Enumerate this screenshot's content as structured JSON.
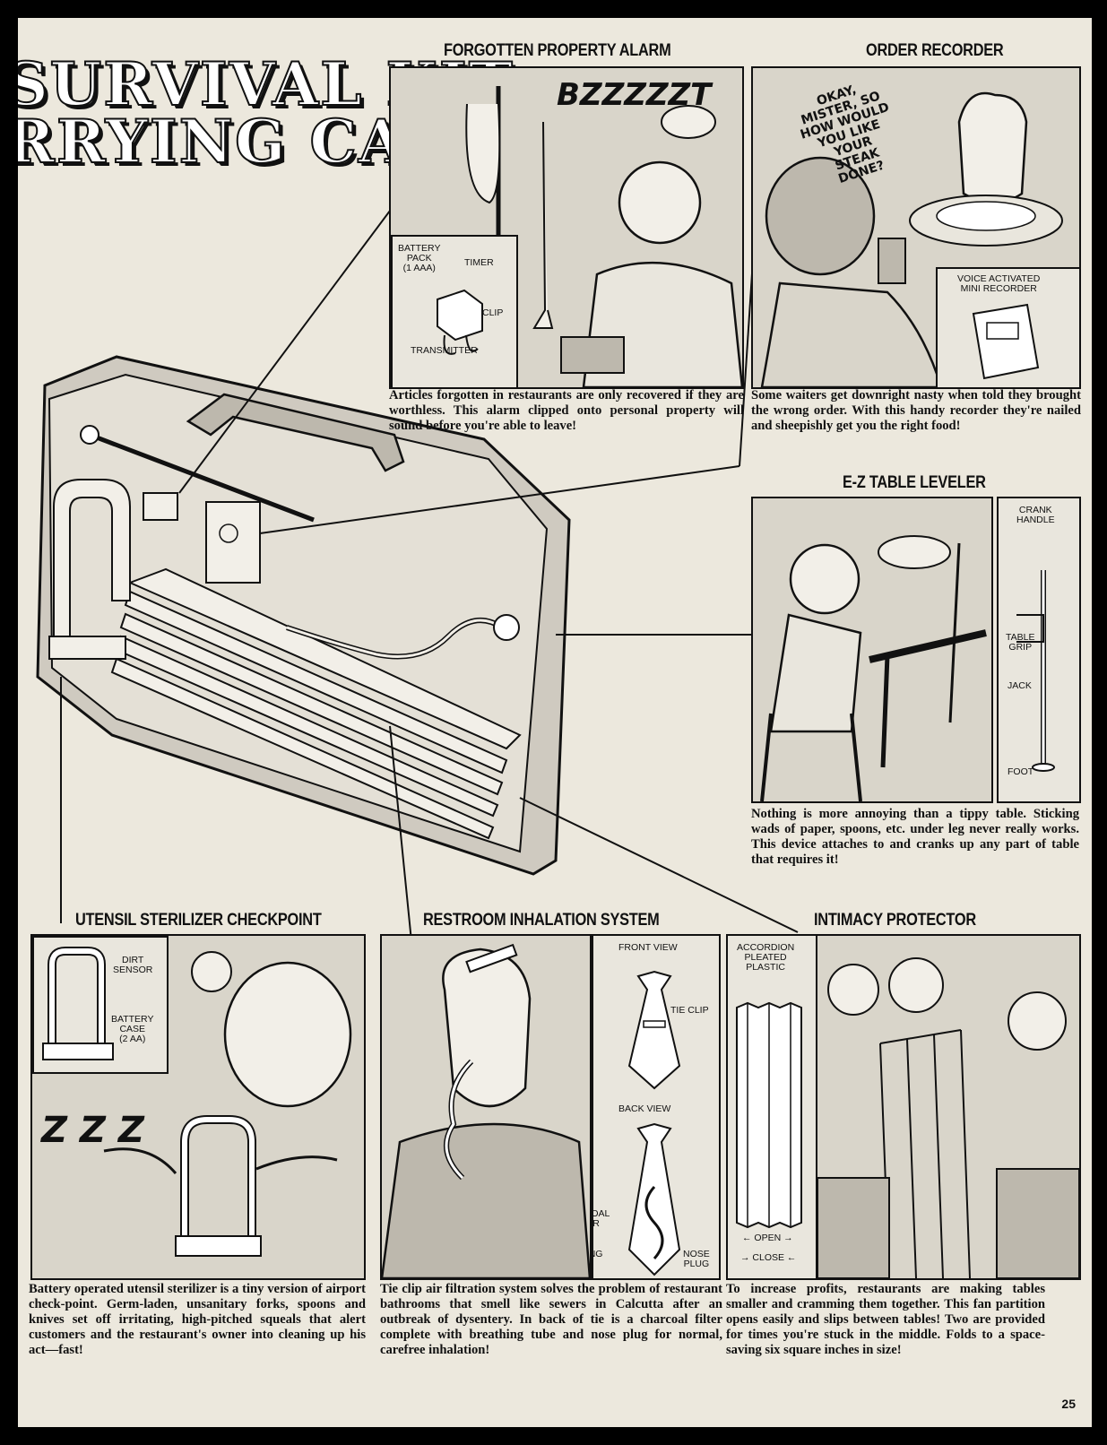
{
  "masthead": {
    "line1": "SURVIVAL KIT",
    "line2": "RRYING CASE"
  },
  "sections": {
    "alarm": {
      "title": "FORGOTTEN PROPERTY ALARM",
      "sfx": "BZZZZZT",
      "labels": {
        "battery": "BATTERY\nPACK\n(1 AAA)",
        "timer": "TIMER",
        "clip": "CLIP",
        "transmitter": "TRANSMITTER"
      },
      "caption": "Articles forgotten in restaurants are only recovered if they are worthless. This alarm clipped onto personal property will sound before you're able to leave!"
    },
    "recorder": {
      "title": "ORDER RECORDER",
      "speech": "OKAY,\nMISTER, SO\nHOW WOULD\nYOU LIKE\nYOUR\nSTEAK\nDONE?",
      "labels": {
        "device": "VOICE ACTIVATED\nMINI RECORDER"
      },
      "caption": "Some waiters get downright nasty when told they brought the wrong order. With this handy recorder they're nailed and sheepishly get you the right food!"
    },
    "leveler": {
      "title": "E-Z TABLE LEVELER",
      "labels": {
        "crank": "CRANK\nHANDLE",
        "grip": "TABLE\nGRIP",
        "jack": "JACK",
        "foot": "FOOT"
      },
      "caption": "Nothing is more annoying than a tippy table. Sticking wads of paper, spoons, etc. under leg never really works. This device attaches to and cranks up any part of table that requires it!"
    },
    "sterilizer": {
      "title": "UTENSIL STERILIZER CHECKPOINT",
      "sfx": "Z Z Z",
      "labels": {
        "dirt": "DIRT\nSENSOR",
        "battery": "BATTERY\nCASE\n(2 AA)"
      },
      "caption": "Battery operated utensil sterilizer is a tiny version of airport check-point. Germ-laden, unsanitary forks, spoons and knives set off irritating, high-pitched squeals that alert customers and the restaurant's owner into cleaning up his act—fast!"
    },
    "inhalation": {
      "title": "RESTROOM INHALATION SYSTEM",
      "labels": {
        "front": "FRONT VIEW",
        "tieclip": "TIE CLIP",
        "back": "BACK VIEW",
        "charcoal": "CHARCOAL\nFILTER",
        "breathing": "BREATHING\nTUBE",
        "nose": "NOSE\nPLUG"
      },
      "caption": "Tie clip air filtration system solves the problem of restaurant bathrooms that smell like sewers in Calcutta after an outbreak of dysentery. In back of tie is a charcoal filter complete with breathing tube and nose plug for normal, carefree inhalation!"
    },
    "intimacy": {
      "title": "INTIMACY PROTECTOR",
      "labels": {
        "plastic": "ACCORDION\nPLEATED\nPLASTIC",
        "open": "← OPEN →",
        "close": "→ CLOSE ←"
      },
      "caption": "To increase profits, restaurants are making tables smaller and cramming them together. This fan partition opens easily and slips between tables! Two are provided for times you're stuck in the middle. Folds to a space-saving six square inches in size!"
    }
  },
  "page_number": "25"
}
